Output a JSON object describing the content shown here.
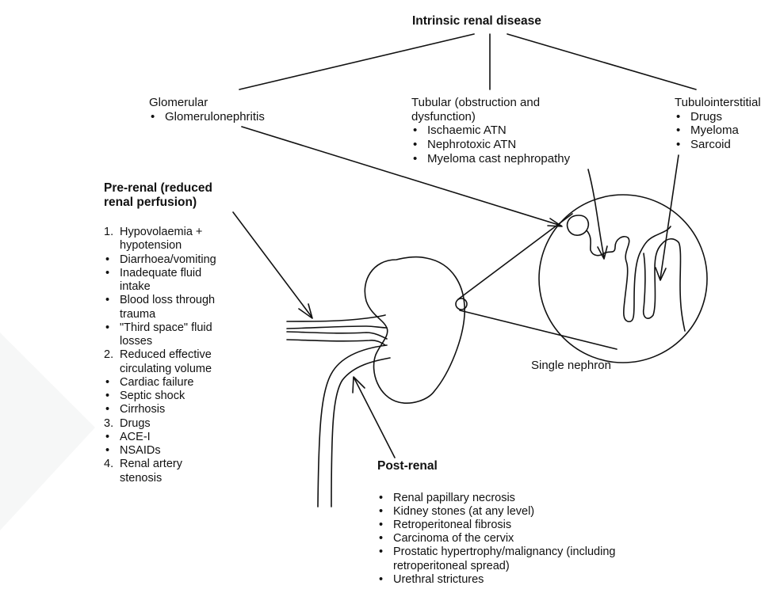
{
  "diagram": {
    "top_heading": "Intrinsic renal disease",
    "glomerular": {
      "title": "Glomerular",
      "items": [
        "Glomerulonephritis"
      ]
    },
    "tubular": {
      "title_line1": "Tubular (obstruction and",
      "title_line2": "dysfunction)",
      "items": [
        "Ischaemic ATN",
        "Nephrotoxic ATN",
        "Myeloma cast nephropathy"
      ]
    },
    "tubulointerstitial": {
      "title": "Tubulointerstitial",
      "items": [
        "Drugs",
        "Myeloma",
        "Sarcoid"
      ]
    },
    "prerenal": {
      "heading_line1": "Pre-renal (reduced",
      "heading_line2": "renal perfusion)",
      "items": [
        {
          "marker": "1.",
          "line1": "Hypovolaemia +",
          "line2": "hypotension"
        },
        {
          "marker": "•",
          "line1": "Diarrhoea/vomiting",
          "line2": ""
        },
        {
          "marker": "•",
          "line1": "Inadequate fluid",
          "line2": "intake"
        },
        {
          "marker": "•",
          "line1": "Blood loss through",
          "line2": "trauma"
        },
        {
          "marker": "•",
          "line1": "\"Third space\" fluid",
          "line2": "losses"
        },
        {
          "marker": "2.",
          "line1": "Reduced effective",
          "line2": "circulating volume"
        },
        {
          "marker": "•",
          "line1": "Cardiac failure",
          "line2": ""
        },
        {
          "marker": "•",
          "line1": "Septic shock",
          "line2": ""
        },
        {
          "marker": "•",
          "line1": "Cirrhosis",
          "line2": ""
        },
        {
          "marker": "3.",
          "line1": "Drugs",
          "line2": ""
        },
        {
          "marker": "•",
          "line1": "ACE-I",
          "line2": ""
        },
        {
          "marker": "•",
          "line1": "NSAIDs",
          "line2": ""
        },
        {
          "marker": "4.",
          "line1": "Renal artery",
          "line2": "stenosis"
        }
      ]
    },
    "single_nephron": "Single nephron",
    "postrenal": {
      "heading": "Post-renal",
      "items": [
        "Renal papillary necrosis",
        "Kidney stones (at any level)",
        "Retroperitoneal fibrosis",
        "Carcinoma of the cervix",
        "Prostatic hypertrophy/malignancy (including",
        "retroperitoneal spread)",
        "Urethral strictures"
      ]
    }
  }
}
